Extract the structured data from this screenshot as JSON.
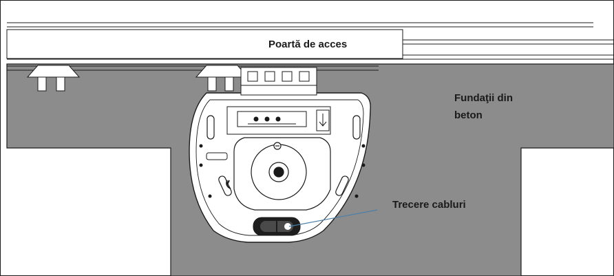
{
  "labels": {
    "gate": "Poartă de acces",
    "foundation_line1": "Fundaţii din",
    "foundation_line2": "beton",
    "cable_passage": "Trecere cabluri"
  },
  "colors": {
    "background": "#ffffff",
    "concrete": "#8c8c8c",
    "outline": "#1a1a1a",
    "motor_housing": "#ffffff",
    "cable_slot": "#1e1e1e",
    "leader_line": "#4a7fa8"
  }
}
